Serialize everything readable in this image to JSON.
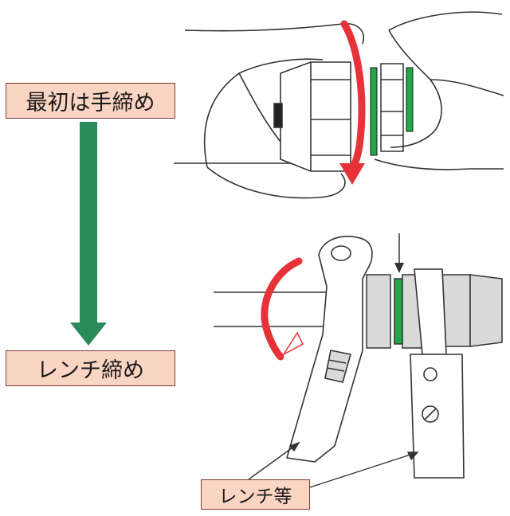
{
  "labels": {
    "step_hand_tighten": "最初は手締め",
    "step_wrench_tighten": "レンチ締め",
    "tool_label": "レンチ等"
  },
  "colors": {
    "label_fill": "#fbd5c3",
    "label_border": "#7a3b2e",
    "flow_arrow": "#2a8a5a",
    "rotation_arrow": "#e63238",
    "seal_ring": "#22a84a",
    "fitting_gray": "#d9d9d9",
    "outline": "#333333"
  },
  "icons": {
    "hand": "hand-illustration",
    "wrench": "adjustable-wrench-illustration",
    "rotation": "rotation-arrow-icon"
  }
}
